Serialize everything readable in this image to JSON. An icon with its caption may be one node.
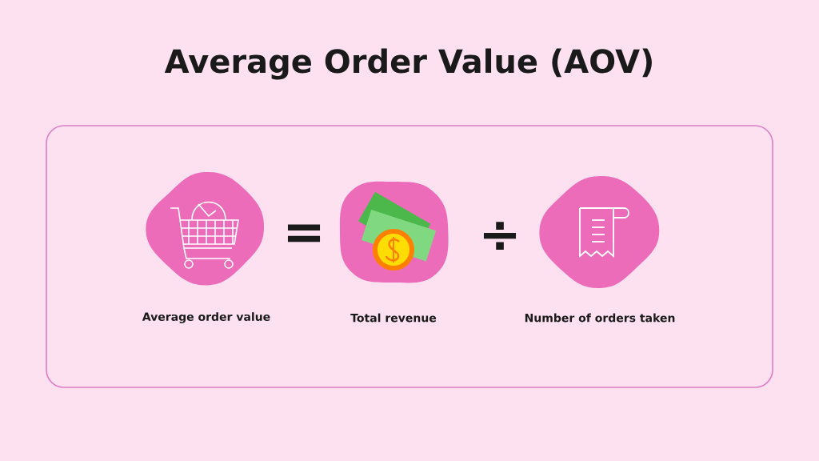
{
  "diagram": {
    "title": "Average Order Value (AOV)",
    "nodes": [
      {
        "text": [
          "Average order value"
        ]
      },
      {
        "text": [
          "Total revenue"
        ]
      },
      {
        "text": [
          "Number of orders taken"
        ]
      }
    ],
    "labels": [
      "=",
      "÷"
    ]
  }
}
